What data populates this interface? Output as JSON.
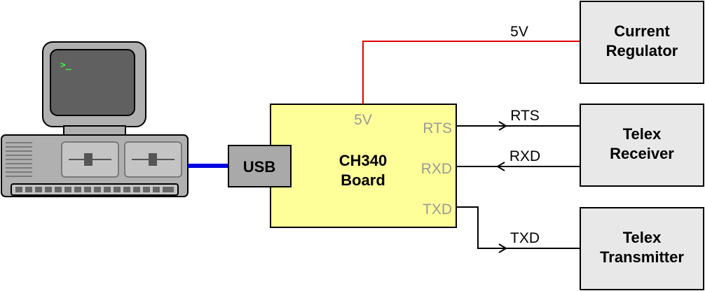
{
  "computer": {
    "prompt": ">_"
  },
  "usb_block": {
    "label": "USB"
  },
  "ch340_board": {
    "title_line1": "CH340",
    "title_line2": "Board",
    "pin_5v": "5V",
    "pin_rts": "RTS",
    "pin_rxd": "RXD",
    "pin_txd": "TXD"
  },
  "current_regulator": {
    "line1": "Current",
    "line2": "Regulator"
  },
  "telex_receiver": {
    "line1": "Telex",
    "line2": "Receiver"
  },
  "telex_transmitter": {
    "line1": "Telex",
    "line2": "Transmitter"
  },
  "wires": {
    "power_label": "5V",
    "rts_label": "RTS",
    "rxd_label": "RXD",
    "txd_label": "TXD"
  },
  "colors": {
    "power_wire": "#e00000",
    "usb_cable": "#0000e0",
    "board_fill": "#ffff99",
    "block_fill": "#e8e8e8",
    "pin_text": "#999999",
    "prompt": "#33ff33"
  }
}
